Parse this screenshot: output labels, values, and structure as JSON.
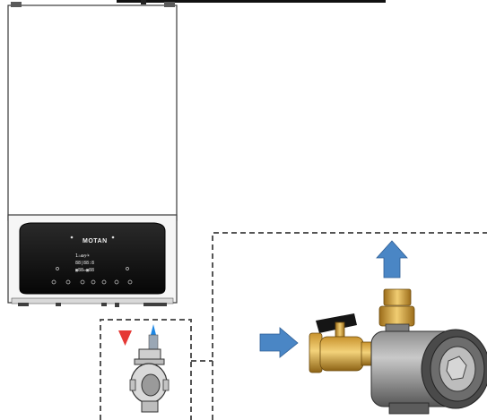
{
  "boiler": {
    "brand_label": "MOTAN",
    "display_row_1": "1♨✿◷⁄☀",
    "display_row_2": "88|88:8",
    "display_row_3": "▣88▭▣88"
  },
  "arrows": {
    "hot_outlet_color": "#e53935",
    "cold_inlet_color": "#1e88e5",
    "flow_arrow_color": "#4a86c5"
  },
  "icons": [
    "bar-arrow",
    "ball-valve",
    "magnetic-filter",
    "wall-boiler",
    "control-panel"
  ]
}
